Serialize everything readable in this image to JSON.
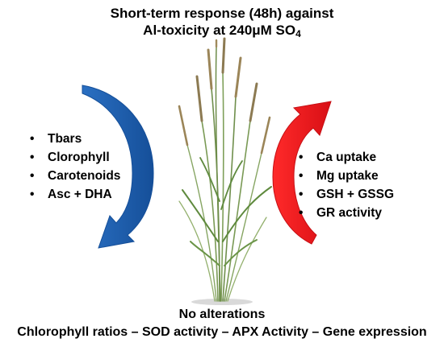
{
  "title": {
    "line1": "Short-term response (48h) against",
    "line2_main": "Al-toxicity at 240μM SO",
    "line2_sub": "4"
  },
  "decreased": {
    "arrow_color": "#1f5fb0",
    "arrow_icon": "curved-down-arrow-icon",
    "items": [
      "Tbars",
      "Clorophyll",
      "Carotenoids",
      "Asc + DHA"
    ]
  },
  "increased": {
    "arrow_color": "#e8141b",
    "arrow_icon": "curved-up-arrow-icon",
    "items": [
      "Ca uptake",
      "Mg uptake",
      "GSH + GSSG",
      "GR activity"
    ]
  },
  "plant_icon": "grass-plant-illustration",
  "unchanged": {
    "heading": "No alterations",
    "items_line": "Chlorophyll ratios – SOD activity – APX Activity – Gene expression"
  }
}
